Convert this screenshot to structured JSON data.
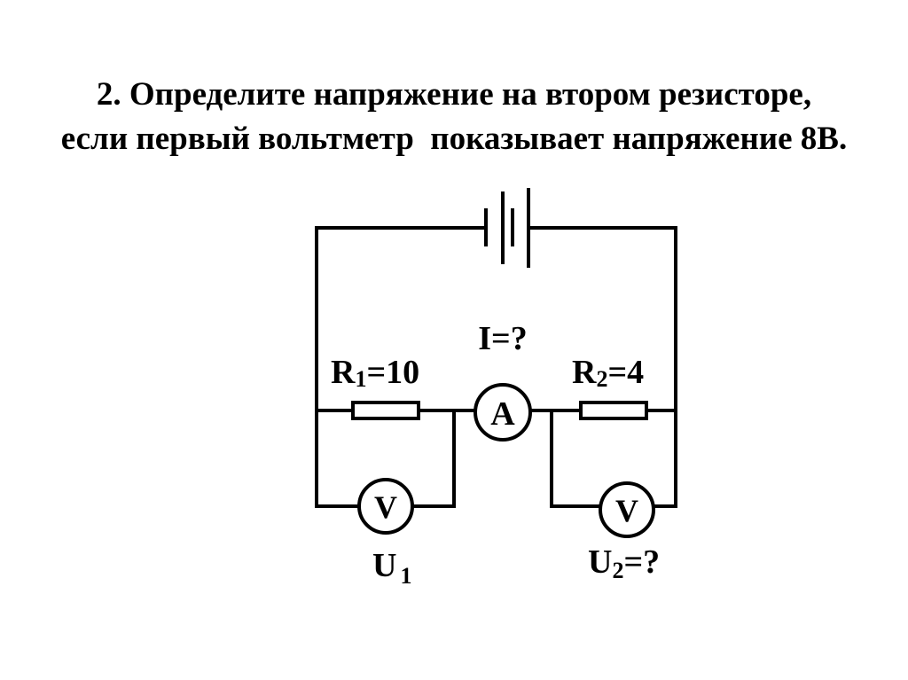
{
  "task": {
    "line1": "2. Определите напряжение на втором резисторе,",
    "line2": "если первый вольтметр  показывает напряжение 8В."
  },
  "labels": {
    "current": "I=?",
    "r1_letter": "R",
    "r1_sub": "1",
    "r1_value": "=10",
    "r2_letter": "R",
    "r2_sub": "2",
    "r2_value": "=4",
    "ammeter": "A",
    "voltmeter1": "V",
    "voltmeter2": "V",
    "u1_letter": "U",
    "u1_sub": "1",
    "u2_letter": "U",
    "u2_sub": "2",
    "u2_value": "=?"
  }
}
